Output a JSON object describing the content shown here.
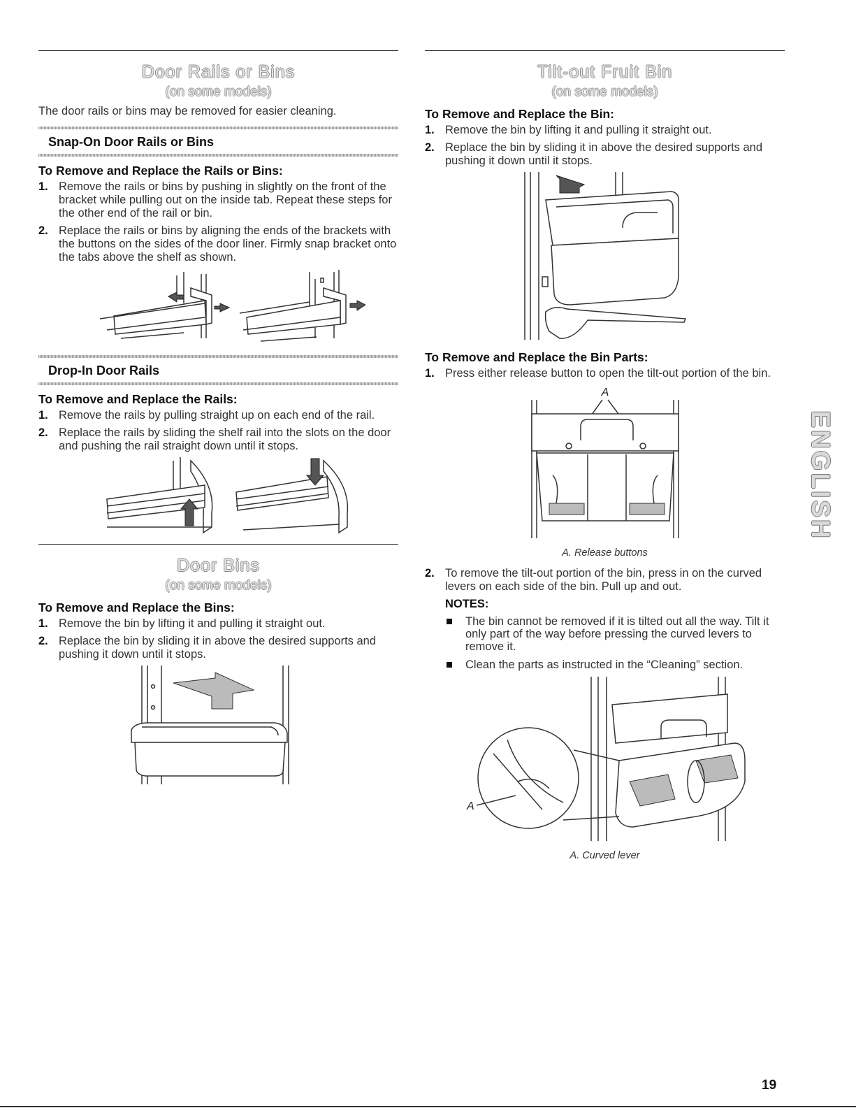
{
  "left": {
    "door_rails": {
      "title": "Door Rails or Bins",
      "subtitle": "(on some models)",
      "intro": "The door rails or bins may be removed for easier cleaning.",
      "snap_on": {
        "heading": "Snap-On Door Rails or Bins",
        "procedure_title": "To Remove and Replace the Rails or Bins:",
        "steps": [
          {
            "num": "1.",
            "text": "Remove the rails or bins by pushing in slightly on the front of the bracket while pulling out on the inside tab. Repeat these steps for the other end of the rail or bin."
          },
          {
            "num": "2.",
            "text": "Replace the rails or bins by aligning the ends of the brackets with the buttons on the sides of the door liner. Firmly snap bracket onto the tabs above the shelf as shown."
          }
        ]
      },
      "drop_in": {
        "heading": "Drop-In Door Rails",
        "procedure_title": "To Remove and Replace the Rails:",
        "steps": [
          {
            "num": "1.",
            "text": "Remove the rails by pulling straight up on each end of the rail."
          },
          {
            "num": "2.",
            "text": "Replace the rails by sliding the shelf rail into the slots on the door and pushing the rail straight down until it stops."
          }
        ]
      }
    },
    "door_bins": {
      "title": "Door Bins",
      "subtitle": "(on some models)",
      "procedure_title": "To Remove and Replace the Bins:",
      "steps": [
        {
          "num": "1.",
          "text": "Remove the bin by lifting it and pulling it straight out."
        },
        {
          "num": "2.",
          "text": "Replace the bin by sliding it in above the desired supports and pushing it down until it stops."
        }
      ]
    }
  },
  "right": {
    "title": "Tilt-out Fruit Bin",
    "subtitle": "(on some models)",
    "bin": {
      "procedure_title": "To Remove and Replace the Bin:",
      "steps": [
        {
          "num": "1.",
          "text": "Remove the bin by lifting it and pulling it straight out."
        },
        {
          "num": "2.",
          "text": "Replace the bin by sliding it in above the desired supports and pushing it down until it stops."
        }
      ]
    },
    "bin_parts": {
      "procedure_title": "To Remove and Replace the Bin Parts:",
      "step1": {
        "num": "1.",
        "text": "Press either release button to open the tilt-out portion of the bin."
      },
      "figure_label": "A",
      "caption1": "A. Release buttons",
      "step2": {
        "num": "2.",
        "text": "To remove the tilt-out portion of the bin, press in on the curved levers on each side of the bin. Pull up and out."
      },
      "notes_label": "NOTES:",
      "notes": [
        "The bin cannot be removed if it is tilted out all the way. Tilt it only part of the way before pressing the curved levers to remove it.",
        "Clean the parts as instructed in the “Cleaning” section."
      ],
      "figure2_label": "A",
      "caption2": "A. Curved lever"
    }
  },
  "side_tab": "ENGLISH",
  "page_number": "19"
}
